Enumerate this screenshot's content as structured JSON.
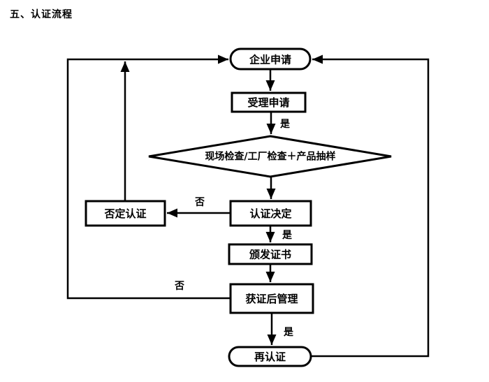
{
  "title": "五、认证流程",
  "colors": {
    "line": "#000000",
    "background": "#ffffff",
    "text": "#000000"
  },
  "flowchart": {
    "nodes": {
      "enterprise_application": "企业申请",
      "accept_application": "受理申请",
      "inspection": "现场检查/工厂检查＋产品抽样",
      "certification_decision": "认证决定",
      "deny_certification": "否定认证",
      "issue_certificate": "颁发证书",
      "post_certification_management": "获证后管理",
      "recertification": "再认证"
    },
    "edge_labels": {
      "accept_yes": "是",
      "decision_yes": "是",
      "post_yes": "是",
      "decision_no": "否",
      "post_no": "否"
    }
  }
}
